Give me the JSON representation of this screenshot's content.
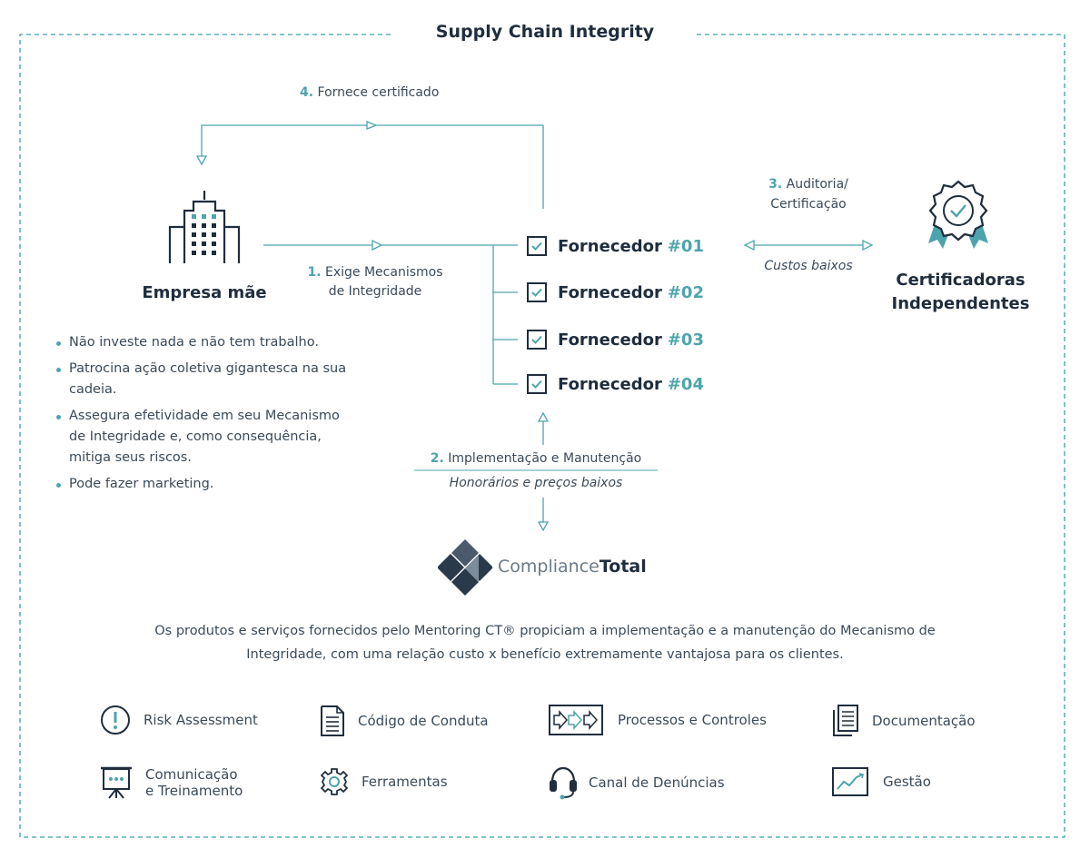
{
  "title": "Supply Chain Integrity",
  "steps": {
    "s4_num": "4.",
    "s4_text": "Fornece certificado",
    "s1_num": "1.",
    "s1_line1": "Exige Mecanismos",
    "s1_line2": "de Integridade",
    "s3_num": "3.",
    "s3_line1": "Auditoria/",
    "s3_line2": "Certificação",
    "s3_note": "Custos baixos",
    "s2_num": "2.",
    "s2_text": "Implementação e Manutenção",
    "s2_note": "Honorários e  preços baixos"
  },
  "empresa": {
    "label": "Empresa mãe"
  },
  "certificadoras": {
    "line1": "Certificadoras",
    "line2": "Independentes"
  },
  "bullets": [
    "Não investe nada e não tem trabalho.",
    "Patrocina ação coletiva gigantesca na sua cadeia.",
    "Assegura efetividade em seu Mecanismo de Integridade e, como consequência, mitiga seus riscos.",
    "Pode fazer marketing."
  ],
  "fornecedores": [
    {
      "label": "Fornecedor",
      "num": "#01"
    },
    {
      "label": "Fornecedor",
      "num": "#02"
    },
    {
      "label": "Fornecedor",
      "num": "#03"
    },
    {
      "label": "Fornecedor",
      "num": "#04"
    }
  ],
  "logo": {
    "light": "Compliance",
    "bold": "Total"
  },
  "description": {
    "line1": "Os produtos e serviços fornecidos pelo Mentoring CT® propiciam a implementação e a manutenção do Mecanismo de",
    "line2": "Integridade, com uma relação custo x benefício extremamente vantajosa para os clientes."
  },
  "services": {
    "risk": "Risk Assessment",
    "codigo": "Código de Conduta",
    "processos": "Processos e Controles",
    "documentacao": "Documentação",
    "comunicacao1": "Comunicação",
    "comunicacao2": "e Treinamento",
    "ferramentas": "Ferramentas",
    "canal": "Canal de Denúncias",
    "gestao": "Gestão"
  },
  "colors": {
    "accent": "#4ea4ad",
    "dark": "#1f2d3d",
    "text": "#3a4a5a",
    "dash": "#5fb0b8"
  },
  "icons": [
    "building-icon",
    "certificate-badge-icon",
    "checkbox-icon",
    "alert-icon",
    "document-icon",
    "process-arrows-icon",
    "documents-stack-icon",
    "presentation-board-icon",
    "gear-icon",
    "headset-icon",
    "chart-line-icon"
  ]
}
